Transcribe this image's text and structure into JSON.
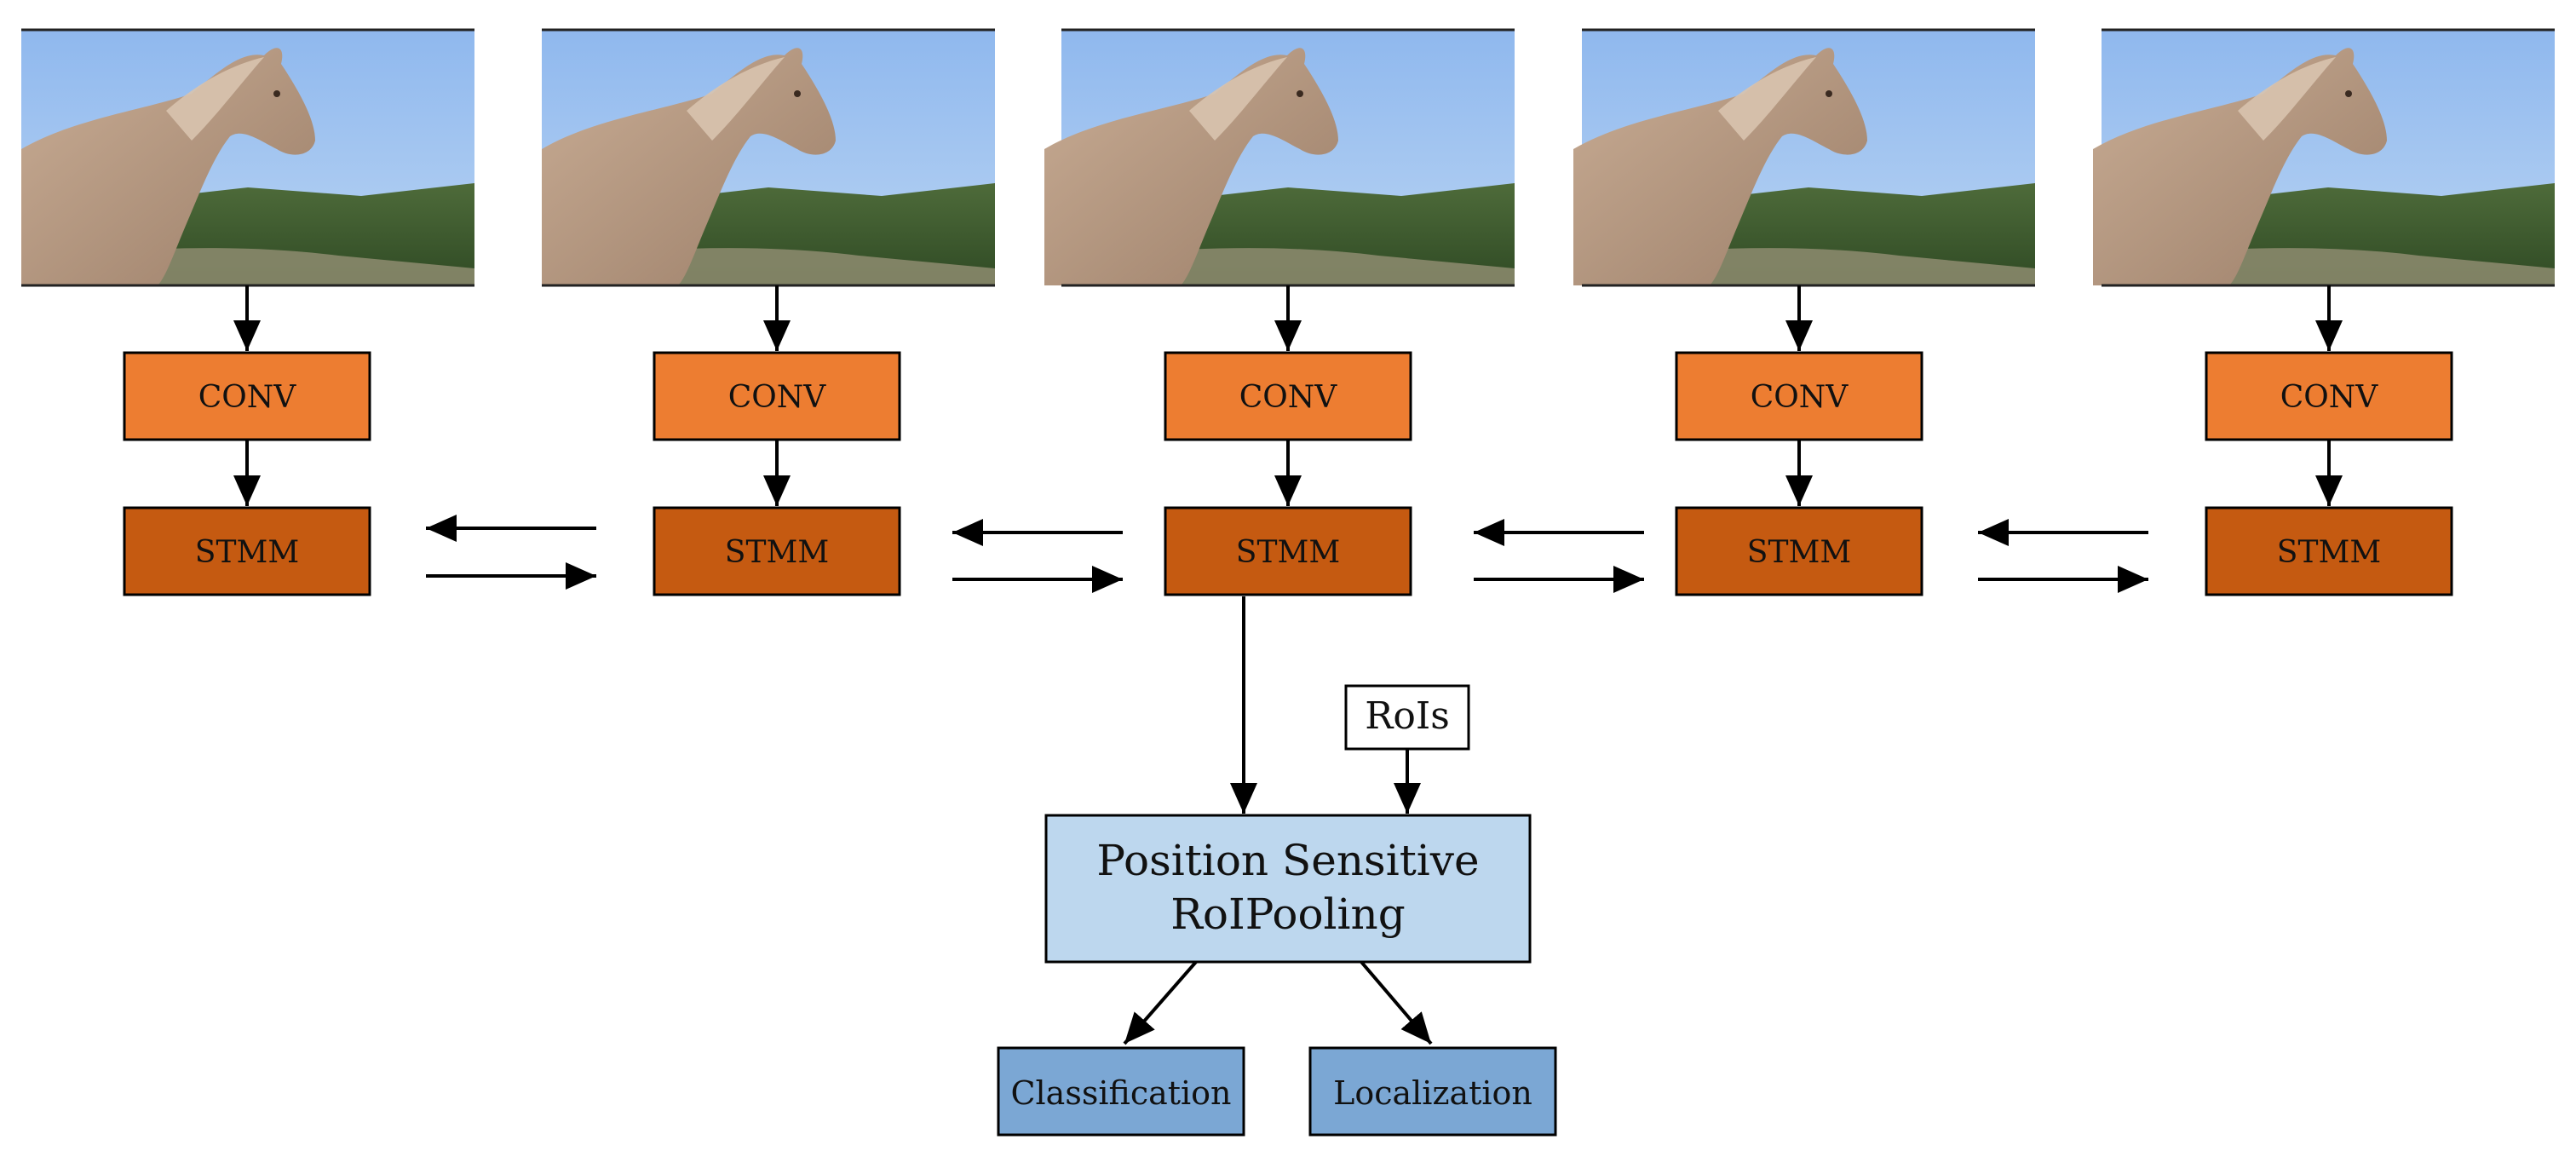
{
  "frames": [
    {
      "id": "frame-1",
      "conv_label": "CONV",
      "stmm_label": "STMM"
    },
    {
      "id": "frame-2",
      "conv_label": "CONV",
      "stmm_label": "STMM"
    },
    {
      "id": "frame-3",
      "conv_label": "CONV",
      "stmm_label": "STMM"
    },
    {
      "id": "frame-4",
      "conv_label": "CONV",
      "stmm_label": "STMM"
    },
    {
      "id": "frame-5",
      "conv_label": "CONV",
      "stmm_label": "STMM"
    }
  ],
  "rois": {
    "label": "RoIs"
  },
  "pooling": {
    "line1": "Position Sensitive",
    "line2": "RoIPooling"
  },
  "outputs": {
    "classification": "Classification",
    "localization": "Localization"
  },
  "colors": {
    "conv": "#ED7D31",
    "stmm": "#C55A11",
    "pooling": "#BDD7EE",
    "output": "#7BA7D4",
    "sky": "#9CC3F0",
    "horse": "#B89A82"
  }
}
